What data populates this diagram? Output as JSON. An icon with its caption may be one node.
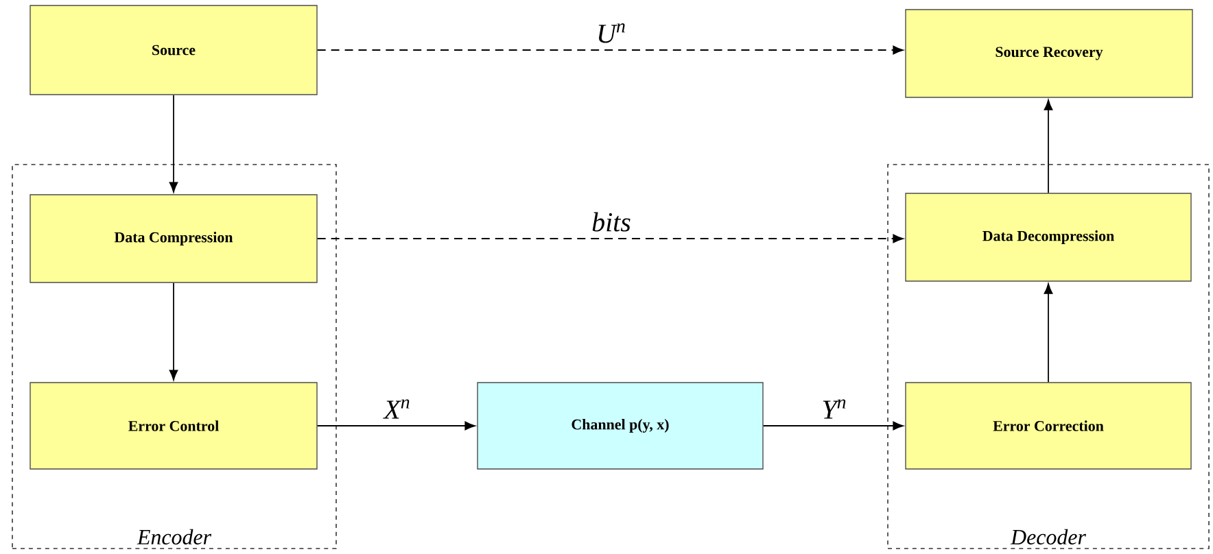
{
  "diagram": {
    "nodes": [
      {
        "text": [
          "Source"
        ]
      },
      {
        "text": [
          "Encoder"
        ]
      },
      {
        "text": [
          "Data Compression"
        ],
        "in": 1
      },
      {
        "text": [
          "Error Control"
        ],
        "in": 1
      },
      {
        "text": [
          "Channel  p(y, x)"
        ]
      },
      {
        "text": [
          "Source Recovery"
        ]
      },
      {
        "text": [
          "Decoder"
        ]
      },
      {
        "text": [
          "Data Decompression"
        ],
        "in": 6
      },
      {
        "text": [
          "Error Correction"
        ],
        "in": 6
      }
    ],
    "edges": [
      {
        "from": 0,
        "to": 2,
        "arrow": "to"
      },
      {
        "from": 2,
        "to": 3,
        "arrow": "to"
      },
      {
        "from": 3,
        "to": 4,
        "arrow": "to",
        "label": "X$^{n}$"
      },
      {
        "from": 4,
        "to": 8,
        "arrow": "to",
        "label": "Y$^{n}$"
      },
      {
        "from": 8,
        "to": 7,
        "arrow": "to"
      },
      {
        "from": 7,
        "to": 5,
        "arrow": "to"
      },
      {
        "from": 0,
        "to": 5,
        "arrow": "to",
        "style": "dashed",
        "label": "U$^{n}$"
      },
      {
        "from": 2,
        "to": 7,
        "arrow": "to",
        "style": "dashed",
        "label": "bits"
      }
    ]
  }
}
